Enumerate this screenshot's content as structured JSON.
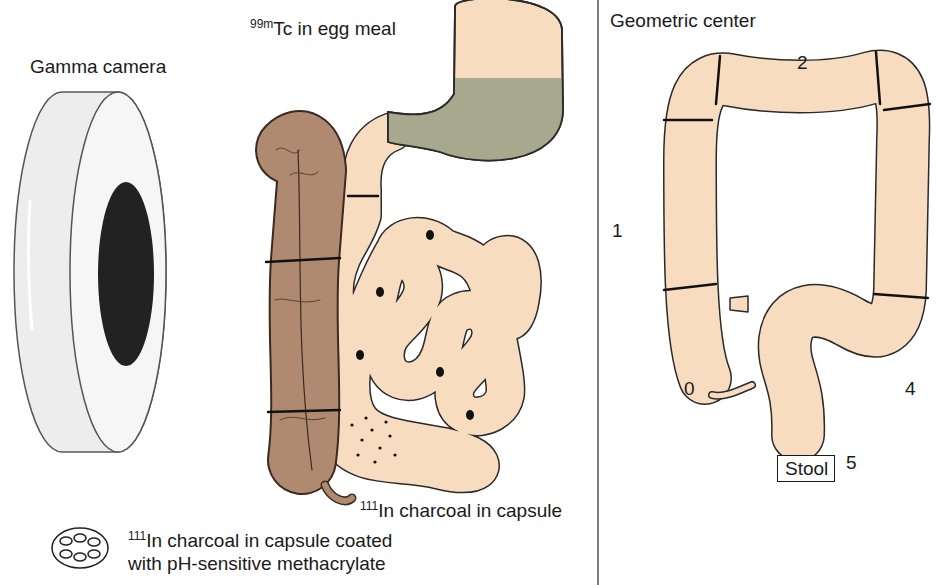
{
  "diagram": {
    "nodes": [
      {
        "text": [
          "Stool"
        ]
      }
    ],
    "labels": [
      "Gamma camera",
      "99mTc in egg meal",
      "111In charcoal in capsule",
      "111In charcoal in capsule coated with pH-sensitive methacrylate",
      "Geometric center",
      "1",
      "2",
      "0",
      "4",
      "5"
    ]
  }
}
